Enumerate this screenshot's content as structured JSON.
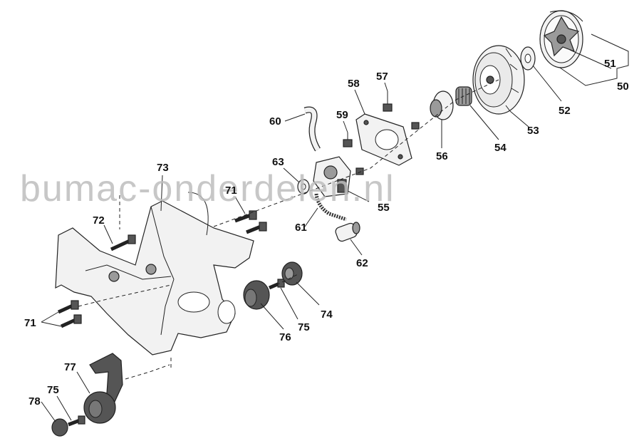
{
  "watermark": "bumac-onderdelen.nl",
  "callouts": [
    {
      "id": "50",
      "text": "50"
    },
    {
      "id": "51",
      "text": "51"
    },
    {
      "id": "52",
      "text": "52"
    },
    {
      "id": "53",
      "text": "53"
    },
    {
      "id": "54",
      "text": "54"
    },
    {
      "id": "55",
      "text": "55"
    },
    {
      "id": "56",
      "text": "56"
    },
    {
      "id": "57",
      "text": "57"
    },
    {
      "id": "58",
      "text": "58"
    },
    {
      "id": "59",
      "text": "59"
    },
    {
      "id": "60",
      "text": "60"
    },
    {
      "id": "61",
      "text": "61"
    },
    {
      "id": "62",
      "text": "62"
    },
    {
      "id": "63",
      "text": "63"
    },
    {
      "id": "71a",
      "text": "71"
    },
    {
      "id": "71b",
      "text": "71"
    },
    {
      "id": "72",
      "text": "72"
    },
    {
      "id": "73",
      "text": "73"
    },
    {
      "id": "74",
      "text": "74"
    },
    {
      "id": "75a",
      "text": "75"
    },
    {
      "id": "75b",
      "text": "75"
    },
    {
      "id": "76",
      "text": "76"
    },
    {
      "id": "77",
      "text": "77"
    },
    {
      "id": "78",
      "text": "78"
    }
  ]
}
